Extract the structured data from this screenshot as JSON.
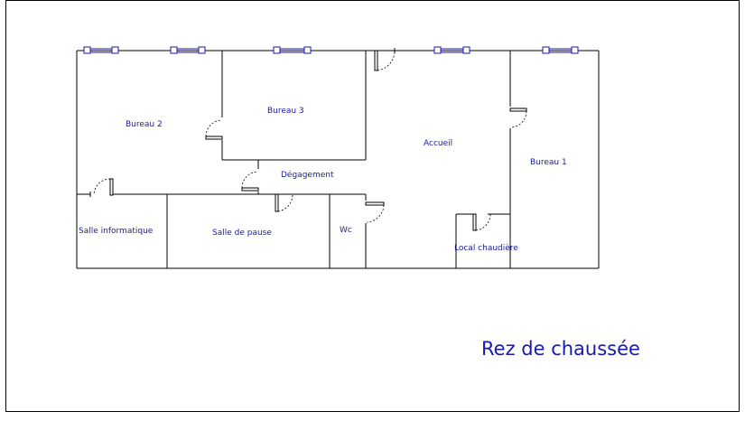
{
  "plan": {
    "title": "Rez de chaussée",
    "rooms": {
      "bureau2": "Bureau 2",
      "bureau3": "Bureau 3",
      "accueil": "Accueil",
      "bureau1": "Bureau 1",
      "degagement": "Dégagement",
      "salle_info": "Salle informatique",
      "salle_pause": "Salle de pause",
      "wc": "Wc",
      "local_chaudiere": "Local chaudière"
    }
  },
  "colors": {
    "label": "#1a1aa8",
    "wall": "#000000"
  }
}
